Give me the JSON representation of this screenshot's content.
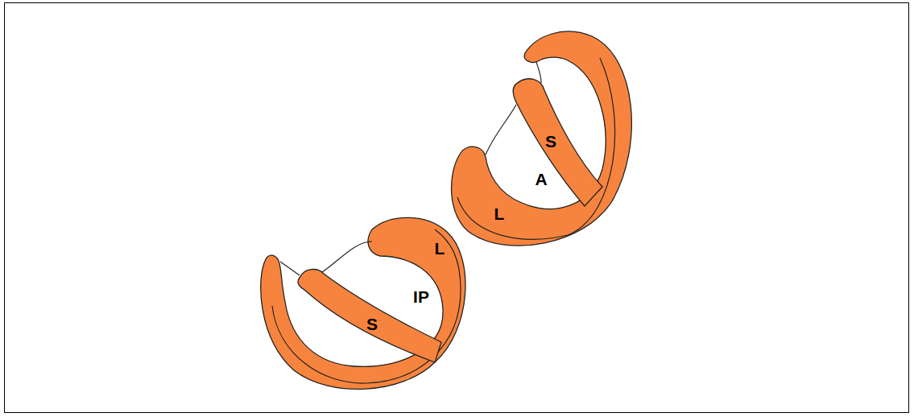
{
  "diagram": {
    "labels": [
      "S",
      "A",
      "L",
      "L",
      "IP",
      "S"
    ]
  }
}
